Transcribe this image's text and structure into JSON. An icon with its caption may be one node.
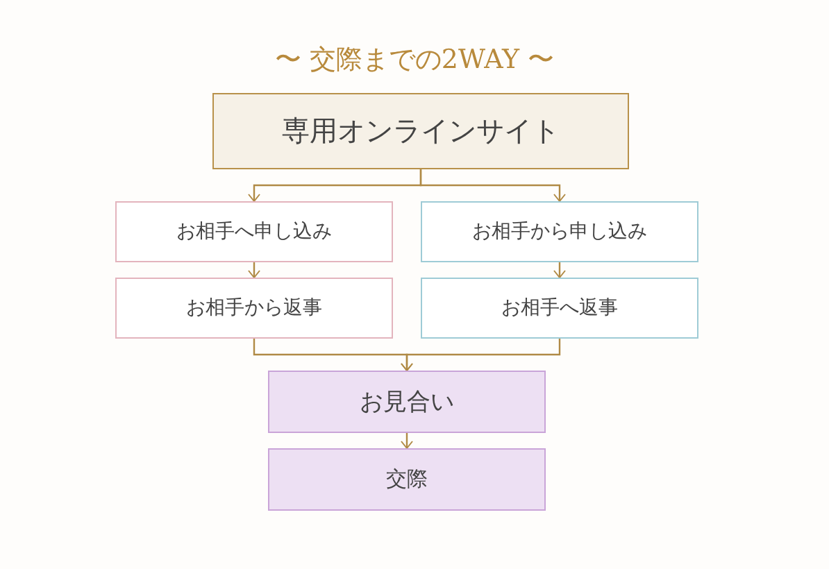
{
  "diagram": {
    "title": "〜 交際までの2WAY 〜",
    "nodes": [
      {
        "text": [
          "専用オンラインサイト"
        ]
      },
      {
        "text": [
          "お相手へ申し込み"
        ]
      },
      {
        "text": [
          "お相手から申し込み"
        ]
      },
      {
        "text": [
          "お相手から返事"
        ]
      },
      {
        "text": [
          "お相手へ返事"
        ]
      },
      {
        "text": [
          "お見合い"
        ]
      },
      {
        "text": [
          "交際"
        ]
      }
    ],
    "edges": [
      {
        "from": 0,
        "to": 1,
        "arrow": "to"
      },
      {
        "from": 0,
        "to": 2,
        "arrow": "to"
      },
      {
        "from": 1,
        "to": 3,
        "arrow": "to"
      },
      {
        "from": 2,
        "to": 4,
        "arrow": "to"
      },
      {
        "from": 3,
        "to": 5,
        "arrow": "to"
      },
      {
        "from": 4,
        "to": 5,
        "arrow": "to"
      },
      {
        "from": 5,
        "to": 6,
        "arrow": "to"
      }
    ]
  }
}
